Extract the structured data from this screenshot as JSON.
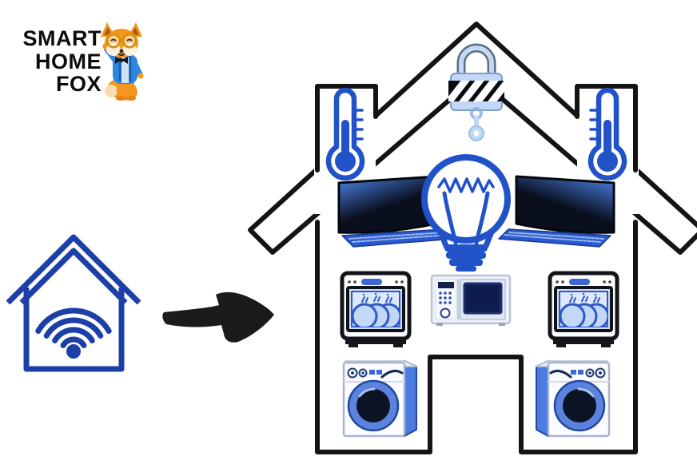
{
  "logo": {
    "line1": "SMART",
    "line2": "HOME",
    "line3": "FOX",
    "mascot_icon": "fox-mascot"
  },
  "colors": {
    "logo-text": "#0c0c0c",
    "outline": "#141414",
    "icon-blue": "#2152c8",
    "wifi-blue": "#1c3fa8",
    "navy": "#0d1526",
    "light-blue": "#cfdef8",
    "pale-blue": "#dce9fc",
    "mid-blue": "#4a7ce2",
    "padlock-blue": "#c3d8f6",
    "screen-blue": "#4d86f0",
    "keyboard-blue": "#2a5ad0",
    "fox-orange": "#f6961e",
    "fox-jacket": "#2e86de",
    "arrow-black": "#1b1b1b"
  },
  "diagram": {
    "source_icon": "wifi-house-icon",
    "arrow_icon": "flow-arrow",
    "house_device_icons": [
      "smart-lock-icon",
      "thermometer-icon-left",
      "thermometer-icon-right",
      "computer-icon-left",
      "computer-icon-right",
      "light-bulb-icon",
      "microwave-icon",
      "dishwasher-icon-left",
      "dishwasher-icon-right",
      "washing-machine-icon-left",
      "washing-machine-icon-right"
    ]
  }
}
